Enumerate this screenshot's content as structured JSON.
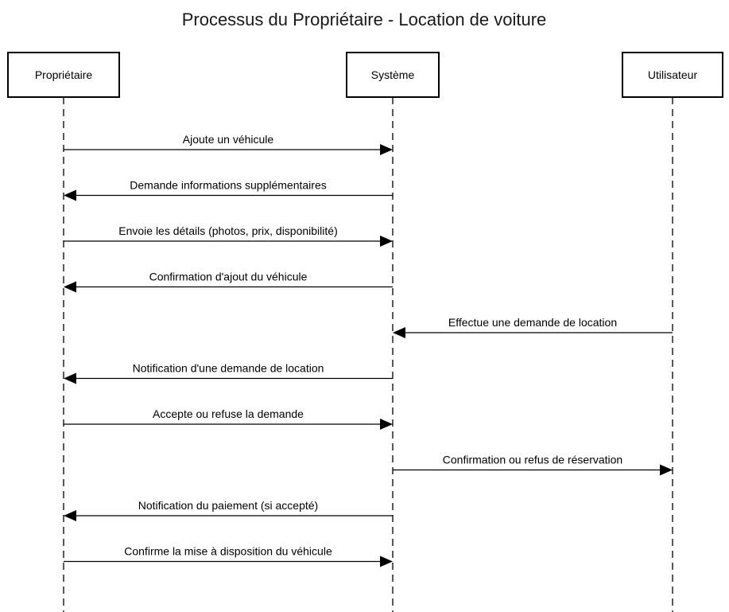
{
  "title": "Processus du Propriétaire - Location de voiture",
  "actors": [
    {
      "id": "proprietaire",
      "label": "Propriétaire"
    },
    {
      "id": "systeme",
      "label": "Système"
    },
    {
      "id": "utilisateur",
      "label": "Utilisateur"
    }
  ],
  "messages": [
    {
      "from": "proprietaire",
      "to": "systeme",
      "label": "Ajoute un véhicule"
    },
    {
      "from": "systeme",
      "to": "proprietaire",
      "label": "Demande informations supplémentaires"
    },
    {
      "from": "proprietaire",
      "to": "systeme",
      "label": "Envoie les détails (photos, prix, disponibilité)"
    },
    {
      "from": "systeme",
      "to": "proprietaire",
      "label": "Confirmation d'ajout du véhicule"
    },
    {
      "from": "utilisateur",
      "to": "systeme",
      "label": "Effectue une demande de location"
    },
    {
      "from": "systeme",
      "to": "proprietaire",
      "label": "Notification d'une demande de location"
    },
    {
      "from": "proprietaire",
      "to": "systeme",
      "label": "Accepte ou refuse la demande"
    },
    {
      "from": "systeme",
      "to": "utilisateur",
      "label": "Confirmation ou refus de réservation"
    },
    {
      "from": "systeme",
      "to": "proprietaire",
      "label": "Notification du paiement (si accepté)"
    },
    {
      "from": "proprietaire",
      "to": "systeme",
      "label": "Confirme la mise à disposition du véhicule"
    }
  ]
}
